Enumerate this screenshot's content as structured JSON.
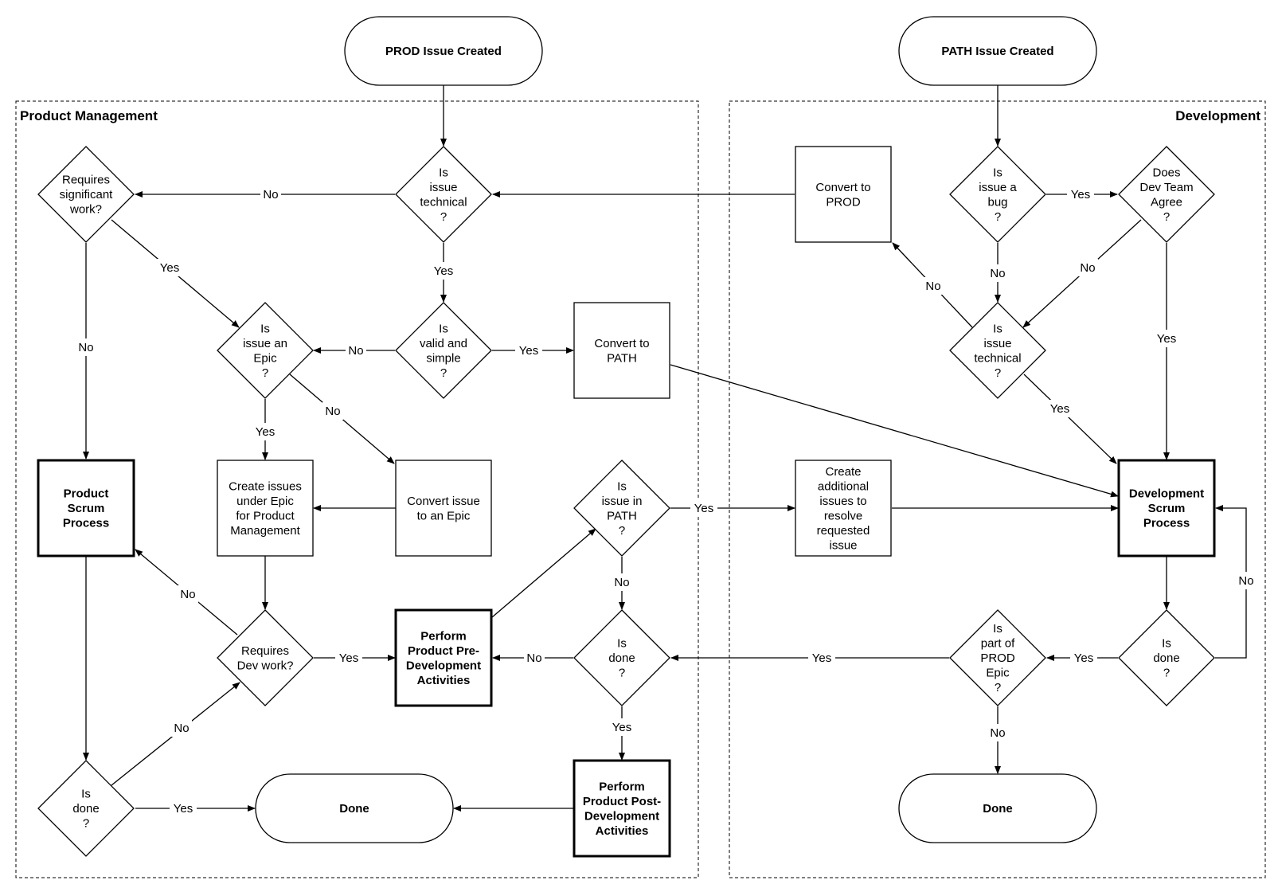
{
  "groups": {
    "product_management": {
      "title": "Product Management"
    },
    "development": {
      "title": "Development"
    }
  },
  "nodes": {
    "prod_issue_created": [
      "PROD Issue Created"
    ],
    "path_issue_created": [
      "PATH Issue Created"
    ],
    "is_issue_technical_pm": [
      "Is",
      "issue",
      "technical",
      "?"
    ],
    "requires_significant_work": [
      "Requires",
      "significant",
      "work?"
    ],
    "is_valid_and_simple": [
      "Is",
      "valid and",
      "simple",
      "?"
    ],
    "convert_to_path": [
      "Convert to",
      "PATH"
    ],
    "is_issue_an_epic": [
      "Is",
      "issue an",
      "Epic",
      "?"
    ],
    "product_scrum_process": [
      "Product",
      "Scrum",
      "Process"
    ],
    "create_issues_under_epic": [
      "Create issues",
      "under Epic",
      "for Product",
      "Management"
    ],
    "convert_issue_to_epic": [
      "Convert issue",
      "to an Epic"
    ],
    "is_issue_in_path": [
      "Is",
      "issue in",
      "PATH",
      "?"
    ],
    "requires_dev_work": [
      "Requires",
      "Dev work?"
    ],
    "perform_pre_dev": [
      "Perform",
      "Product Pre-",
      "Development",
      "Activities"
    ],
    "is_done_pm_mid": [
      "Is",
      "done",
      "?"
    ],
    "is_done_pm_left": [
      "Is",
      "done",
      "?"
    ],
    "done_pm": [
      "Done"
    ],
    "perform_post_dev": [
      "Perform",
      "Product Post-",
      "Development",
      "Activities"
    ],
    "convert_to_prod": [
      "Convert to",
      "PROD"
    ],
    "is_issue_a_bug": [
      "Is",
      "issue a",
      "bug",
      "?"
    ],
    "does_dev_team_agree": [
      "Does",
      "Dev Team",
      "Agree",
      "?"
    ],
    "is_issue_technical_dev": [
      "Is",
      "issue",
      "technical",
      "?"
    ],
    "create_additional_issues": [
      "Create",
      "additional",
      "issues to",
      "resolve",
      "requested",
      "issue"
    ],
    "development_scrum_process": [
      "Development",
      "Scrum",
      "Process"
    ],
    "is_part_of_prod_epic": [
      "Is",
      "part of",
      "PROD",
      "Epic",
      "?"
    ],
    "is_done_dev": [
      "Is",
      "done",
      "?"
    ],
    "done_dev": [
      "Done"
    ]
  },
  "edge_labels": {
    "no": "No",
    "yes": "Yes"
  }
}
